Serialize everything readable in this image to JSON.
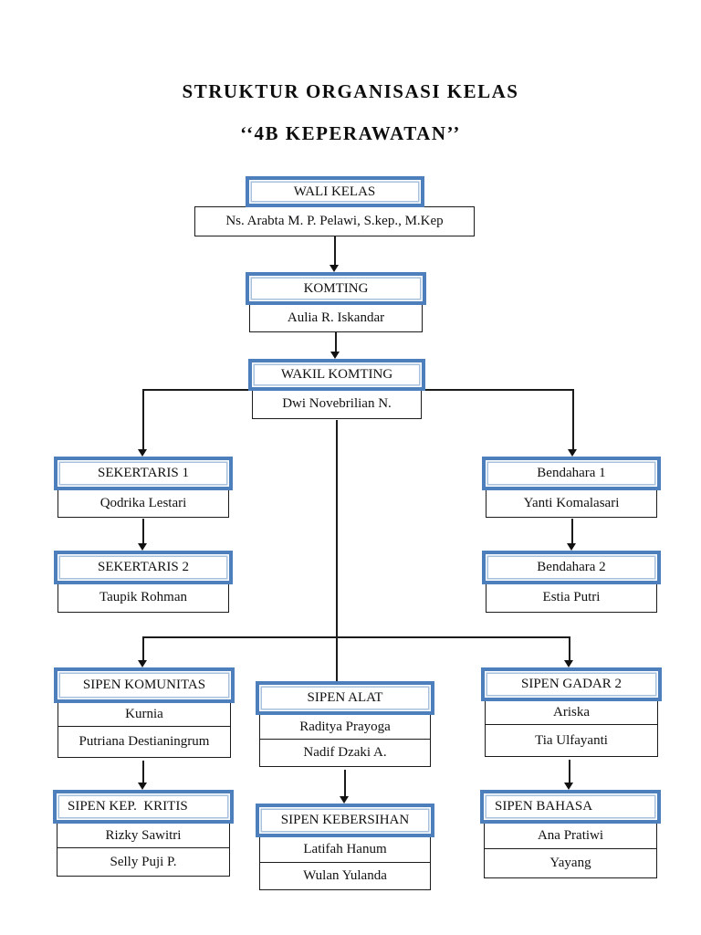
{
  "header": {
    "title_line1": "STRUKTUR ORGANISASI KELAS",
    "title_line2": "‘‘4B KEPERAWATAN’’"
  },
  "colors": {
    "box_border_outer_blue": "#4D7FBD",
    "box_border_inner_blue": "#A6C0DD",
    "black_box_border": "#1B1B1B",
    "connector_line": "#1B1B1B"
  },
  "nodes": {
    "wali_kelas": {
      "title": "WALI KELAS",
      "members": [
        "Ns. Arabta M. P. Pelawi, S.kep., M.Kep"
      ]
    },
    "komting": {
      "title": "KOMTING",
      "members": [
        "Aulia R. Iskandar"
      ]
    },
    "wakil_komting": {
      "title": "WAKIL KOMTING",
      "members": [
        "Dwi Novebrilian N."
      ]
    },
    "sekertaris_1": {
      "title": "SEKERTARIS 1",
      "members": [
        "Qodrika Lestari"
      ]
    },
    "sekertaris_2": {
      "title": "SEKERTARIS 2",
      "members": [
        "Taupik Rohman"
      ]
    },
    "bendahara_1": {
      "title": "Bendahara 1",
      "members": [
        "Yanti Komalasari"
      ]
    },
    "bendahara_2": {
      "title": "Bendahara 2",
      "members": [
        "Estia Putri"
      ]
    },
    "sipen_komunitas": {
      "title": "SIPEN KOMUNITAS",
      "members": [
        "Kurnia",
        "Putriana Destianingrum"
      ]
    },
    "sipen_alat": {
      "title": "SIPEN ALAT",
      "members": [
        "Raditya Prayoga",
        "Nadif Dzaki A."
      ]
    },
    "sipen_gadar_2": {
      "title": "SIPEN GADAR 2",
      "members": [
        "Ariska",
        "Tia Ulfayanti"
      ]
    },
    "sipen_kep_kritis": {
      "title": "SIPEN KEP.  KRITIS",
      "members": [
        "Rizky Sawitri",
        "Selly Puji P."
      ]
    },
    "sipen_kebersihan": {
      "title": "SIPEN KEBERSIHAN",
      "members": [
        "Latifah Hanum",
        "Wulan Yulanda"
      ]
    },
    "sipen_bahasa": {
      "title": "SIPEN BAHASA",
      "members": [
        "Ana Pratiwi",
        "Yayang"
      ]
    }
  }
}
